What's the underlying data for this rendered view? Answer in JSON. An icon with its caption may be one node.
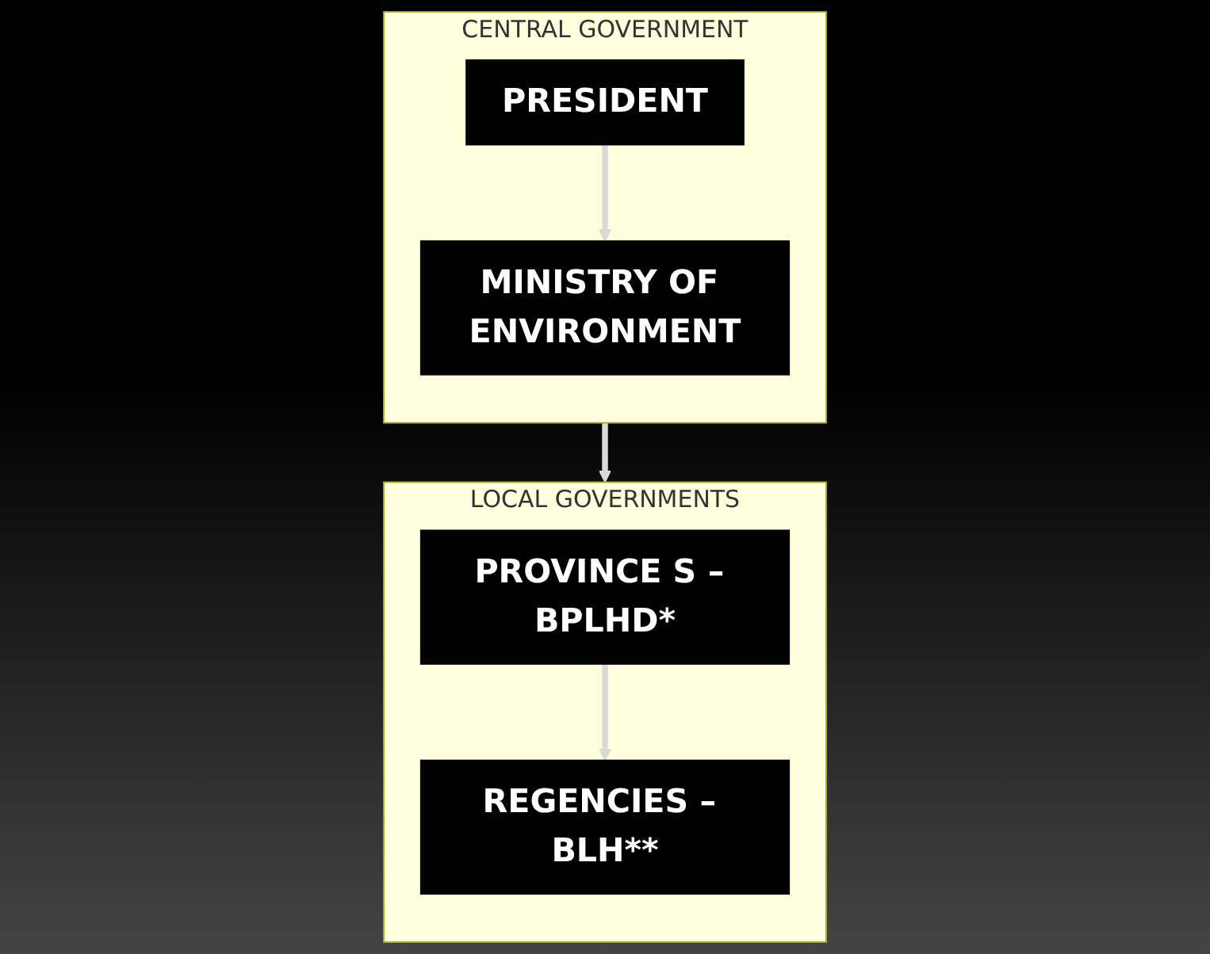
{
  "diagram": {
    "nodes": [
      {
        "text": [
          "CENTRAL GOVERNMENT"
        ]
      },
      {
        "text": [
          "PRESIDENT"
        ],
        "in": 0
      },
      {
        "text": [
          "MINISTRY OF ENVIRONMENT"
        ],
        "in": 0
      },
      {
        "text": [
          "LOCAL GOVERNMENTS"
        ]
      },
      {
        "text": [
          "PROVINCE S – BPLHD*"
        ],
        "in": 3
      },
      {
        "text": [
          "REGENCIES – BLH**"
        ],
        "in": 3
      }
    ],
    "edges": [
      {
        "from": 1,
        "to": 2,
        "arrow": "to"
      },
      {
        "from": 0,
        "to": 3,
        "arrow": "to"
      },
      {
        "from": 4,
        "to": 5,
        "arrow": "to"
      }
    ]
  }
}
